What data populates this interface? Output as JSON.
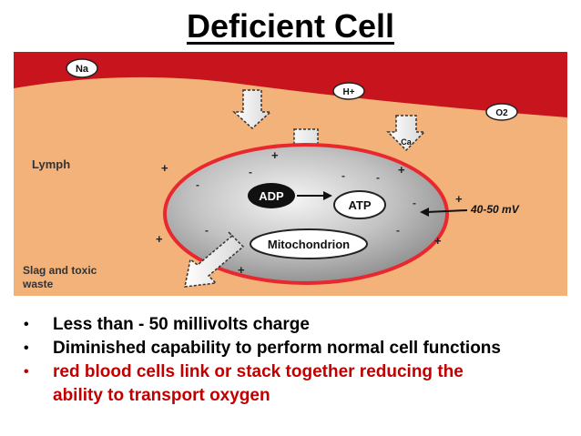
{
  "title": "Deficient Cell",
  "diagram": {
    "lymph_label": "Lymph",
    "slag_label_line1": "Slag and toxic",
    "slag_label_line2": "waste",
    "na_label": "Na",
    "h_top_label": "H+",
    "o2_label": "O2",
    "h_arrow_label": "H+",
    "ca_label": "Ca",
    "adp_label": "ADP",
    "atp_label": "ATP",
    "mito_label": "Mitochondrion",
    "voltage_label": "40-50 mV",
    "colors": {
      "background": "#f2b27a",
      "blood_vessel": "#c8141c",
      "cell_membrane": "#e8282e",
      "cell_body": "#b8b8b8",
      "adp_fill": "#111111"
    }
  },
  "bullets": [
    {
      "text": "Less than - 50 millivolts charge",
      "color": "#000000"
    },
    {
      "text": "Diminished capability to perform normal cell functions",
      "color": "#000000"
    },
    {
      "text": "red blood cells link or stack together reducing the",
      "color": "#c00000"
    },
    {
      "text": "ability to transport oxygen",
      "color": "#c00000"
    }
  ]
}
